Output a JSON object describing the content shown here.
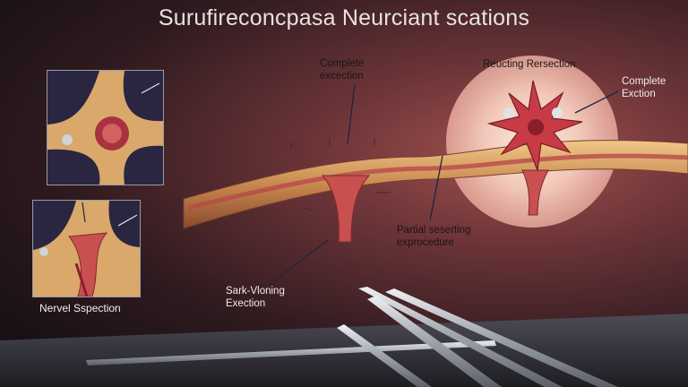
{
  "title": "Surufireconcpasa Neurciant scations",
  "labels": {
    "complete_excection": [
      "Complete",
      "excection"
    ],
    "reucting_rersection": "Reucting Rersection",
    "complete_exction": [
      "Complete",
      "Exction"
    ],
    "partial_seserting": [
      "Partial seserting",
      "exprocedure"
    ],
    "sark_vloning": [
      "Sark-Vloning",
      "Exection"
    ],
    "nervel_sspection": "Nervel Sspection"
  },
  "colors": {
    "nerve": "#d9a86a",
    "lesion": "#b8404a",
    "glow": "#f4d8cc",
    "steel": "#b7bcc4"
  }
}
